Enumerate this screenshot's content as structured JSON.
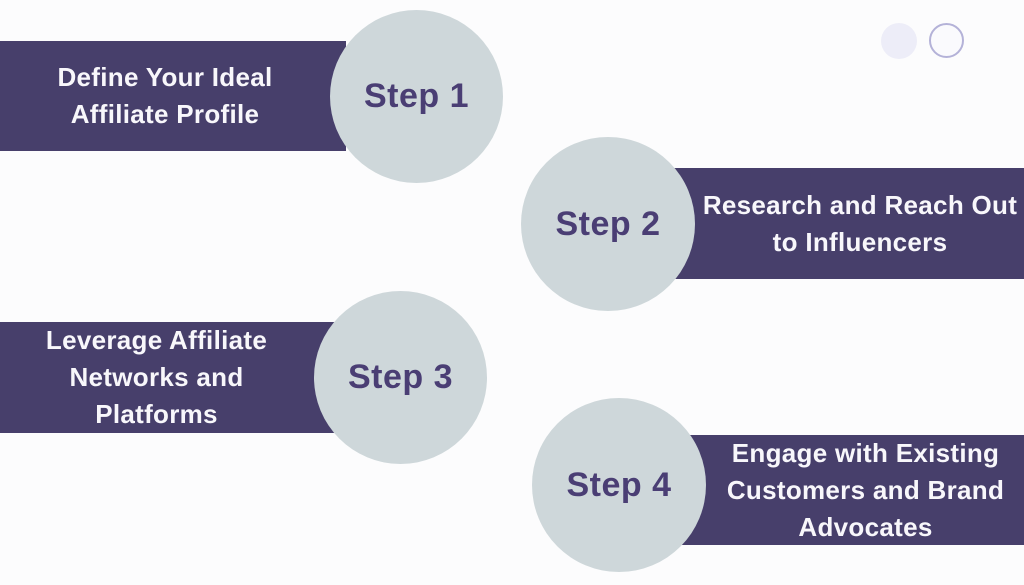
{
  "title": "Affiliate recruitment steps infographic",
  "colors": {
    "background": "#fcfcfd",
    "bar": "#473f6b",
    "bar_text": "#f8f7fb",
    "circle_fill": "#ced7da",
    "step_text": "#4a3e74",
    "dot_filled": "#ededf8",
    "dot_outline": "#b4b2d8"
  },
  "steps": [
    {
      "label": "Step 1",
      "description": "Define Your Ideal\nAffiliate Profile"
    },
    {
      "label": "Step 2",
      "description": "Research and Reach Out\nto Influencers"
    },
    {
      "label": "Step 3",
      "description": "Leverage Affiliate\nNetworks and\nPlatforms"
    },
    {
      "label": "Step 4",
      "description": "Engage with Existing\nCustomers and Brand\nAdvocates"
    }
  ],
  "decor": {
    "dots": [
      "filled",
      "outlined"
    ]
  }
}
